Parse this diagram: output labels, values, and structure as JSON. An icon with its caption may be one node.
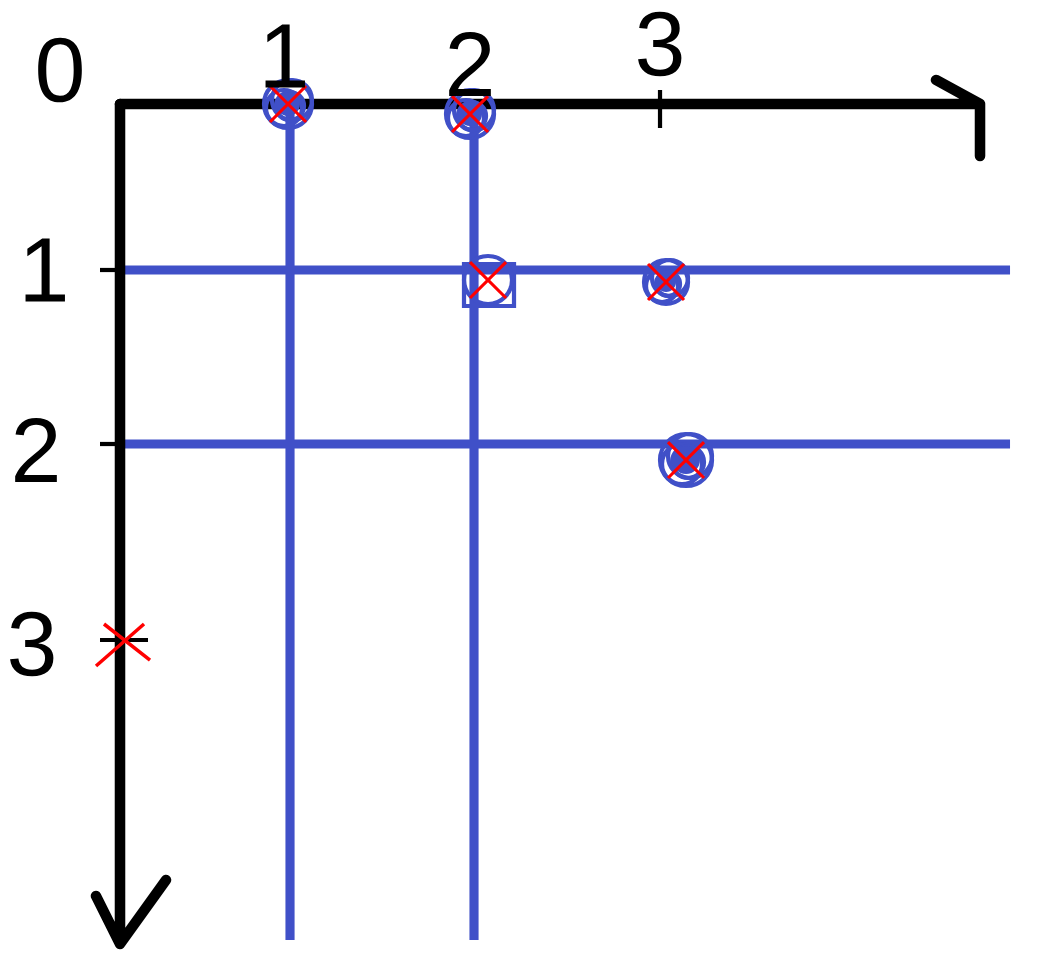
{
  "diagram": {
    "labels": [
      "0",
      "1",
      "2",
      "3",
      "1",
      "2",
      "3"
    ]
  }
}
